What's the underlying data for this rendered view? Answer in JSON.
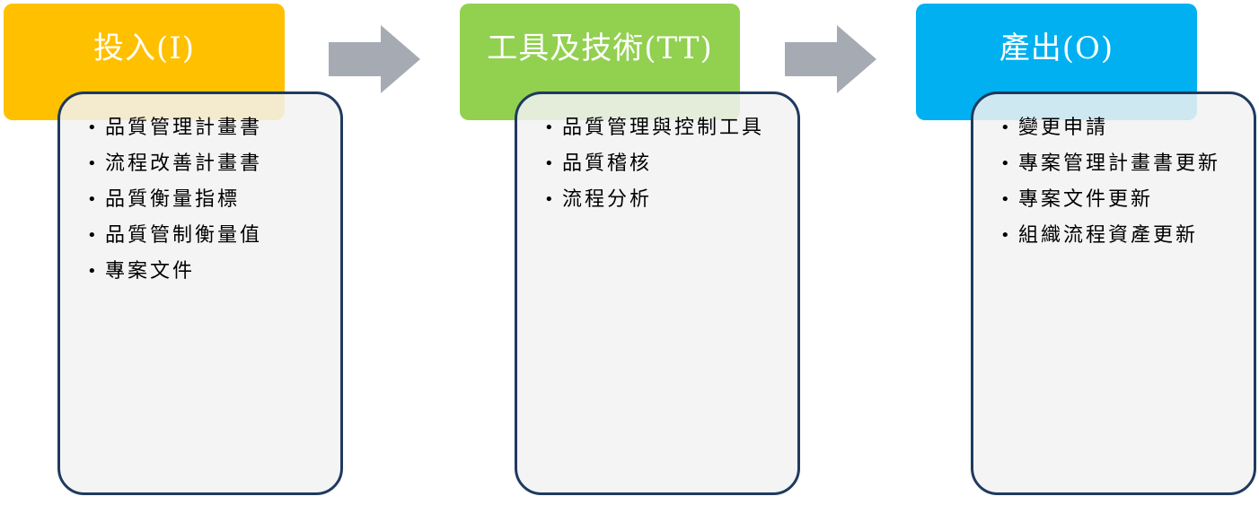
{
  "colors": {
    "input_header": "#FFC000",
    "tools_header": "#92D050",
    "output_header": "#00B0F0",
    "arrow": "#A6ABB3",
    "box_border": "#1F3A5F",
    "box_fill": "#F2F2F2"
  },
  "columns": [
    {
      "title": "投入(I)",
      "items": [
        "品質管理計畫書",
        "流程改善計畫書",
        "品質衡量指標",
        "品質管制衡量值",
        "專案文件"
      ]
    },
    {
      "title": "工具及技術(TT)",
      "items": [
        "品質管理與控制工具",
        "品質稽核",
        "流程分析"
      ]
    },
    {
      "title": "產出(O)",
      "items": [
        "變更申請",
        "專案管理計畫書更新",
        "專案文件更新",
        "組織流程資產更新"
      ]
    }
  ],
  "bullet_glyph": "•"
}
